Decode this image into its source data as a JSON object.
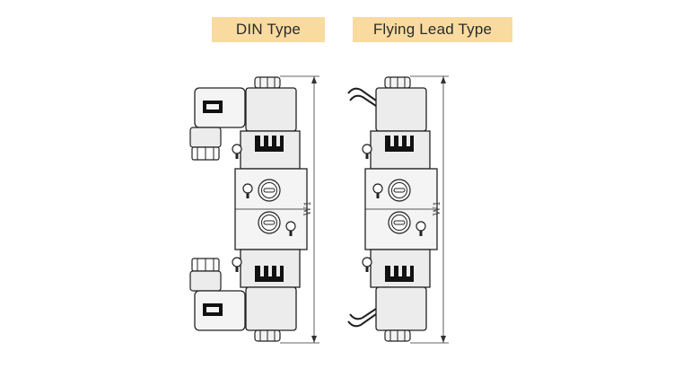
{
  "labels": {
    "din_type": "DIN Type",
    "flying_lead_type": "Flying Lead Type"
  },
  "dimensions": {
    "din_height_label": "W1",
    "flying_height_label": "W1"
  },
  "colors": {
    "label_background": "#f9dba0",
    "body_fill": "#ececec",
    "outline": "#222222",
    "dark_part": "#111111"
  }
}
